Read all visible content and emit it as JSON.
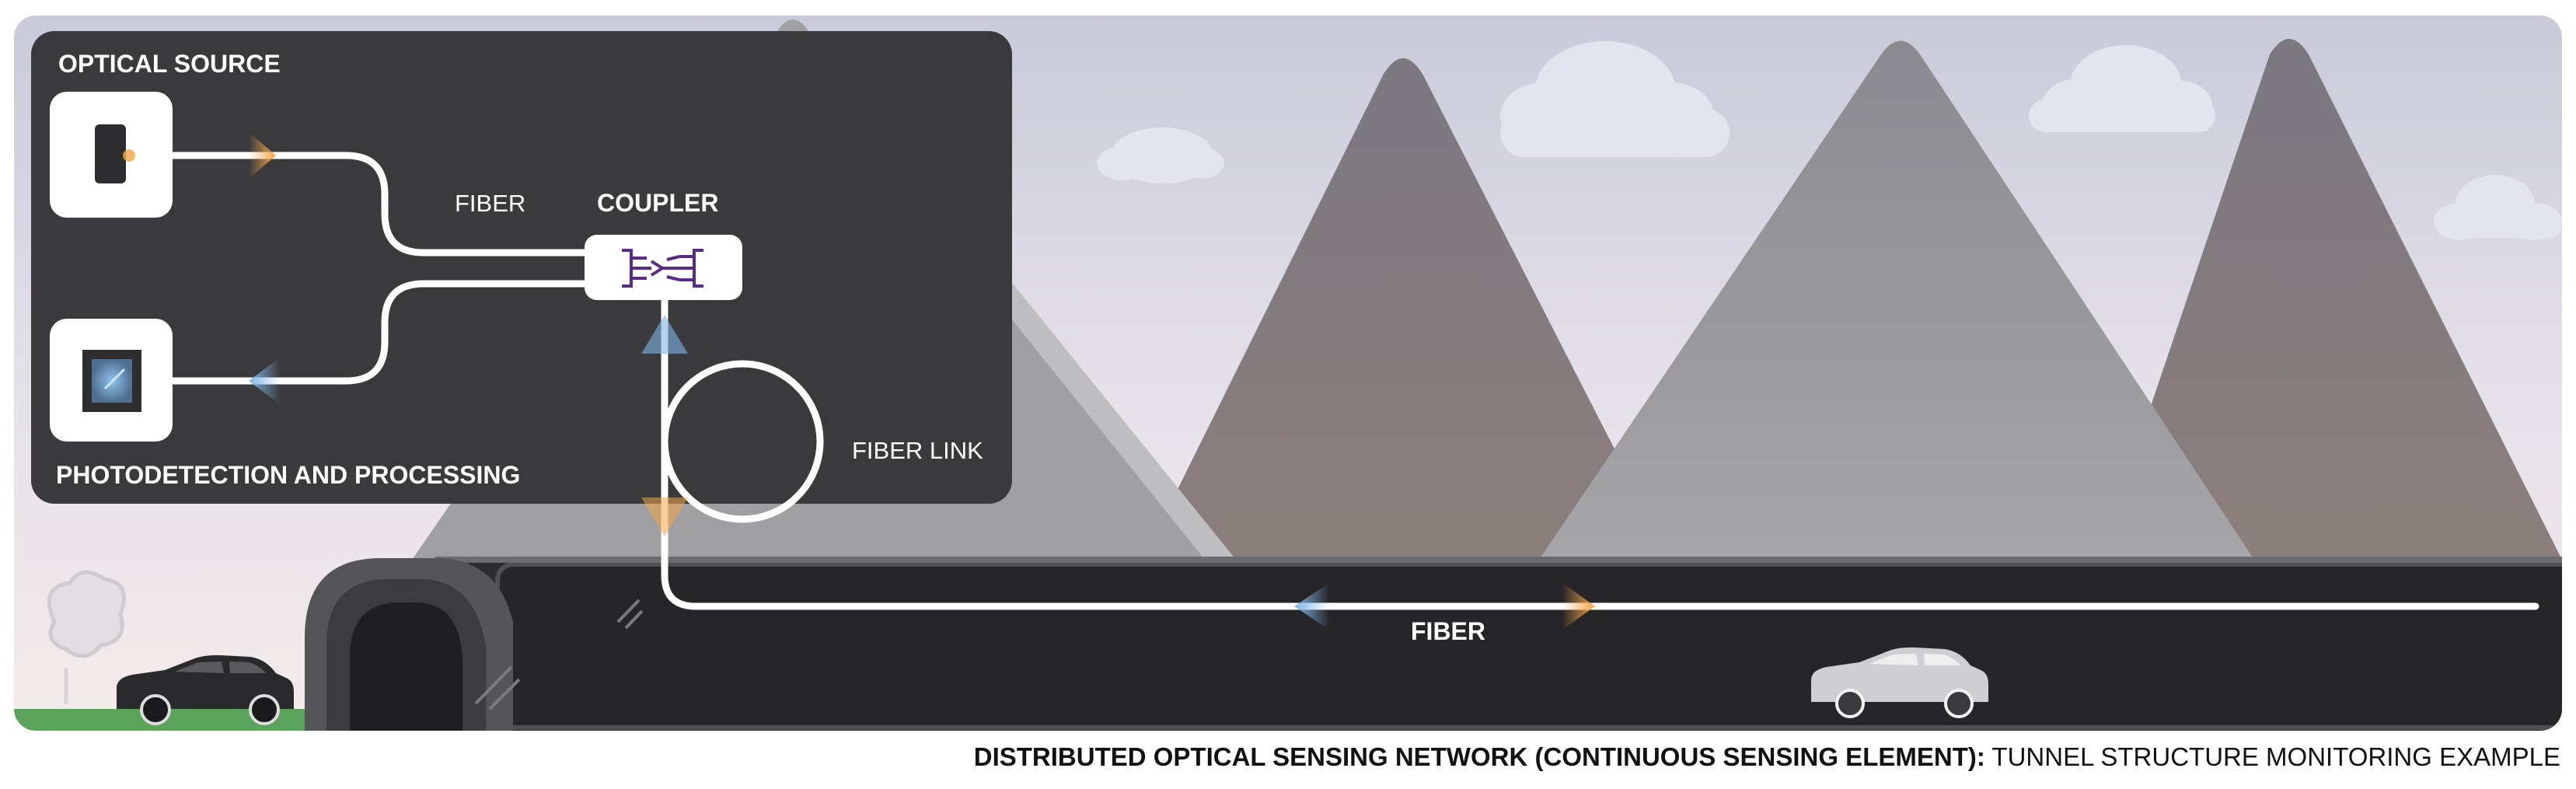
{
  "labels": {
    "optical_source": "OPTICAL SOURCE",
    "photodetection": "PHOTODETECTION AND PROCESSING",
    "fiber_top": "FIBER",
    "coupler": "COUPLER",
    "fiber_link": "FIBER LINK",
    "fiber_tunnel": "FIBER"
  },
  "caption": {
    "bold": "DISTRIBUTED OPTICAL SENSING NETWORK (CONTINUOUS SENSING ELEMENT):",
    "normal": " TUNNEL STRUCTURE MONITORING EXAMPLE"
  },
  "colors": {
    "panel": "#3a3a3c",
    "tunnel": "#2c2c2e",
    "fiber": "#ffffff",
    "pulse_orange": "#f2a54a",
    "pulse_blue": "#7fb4e6",
    "coupler_purple": "#5b2d82",
    "grass": "#5aa35a"
  }
}
